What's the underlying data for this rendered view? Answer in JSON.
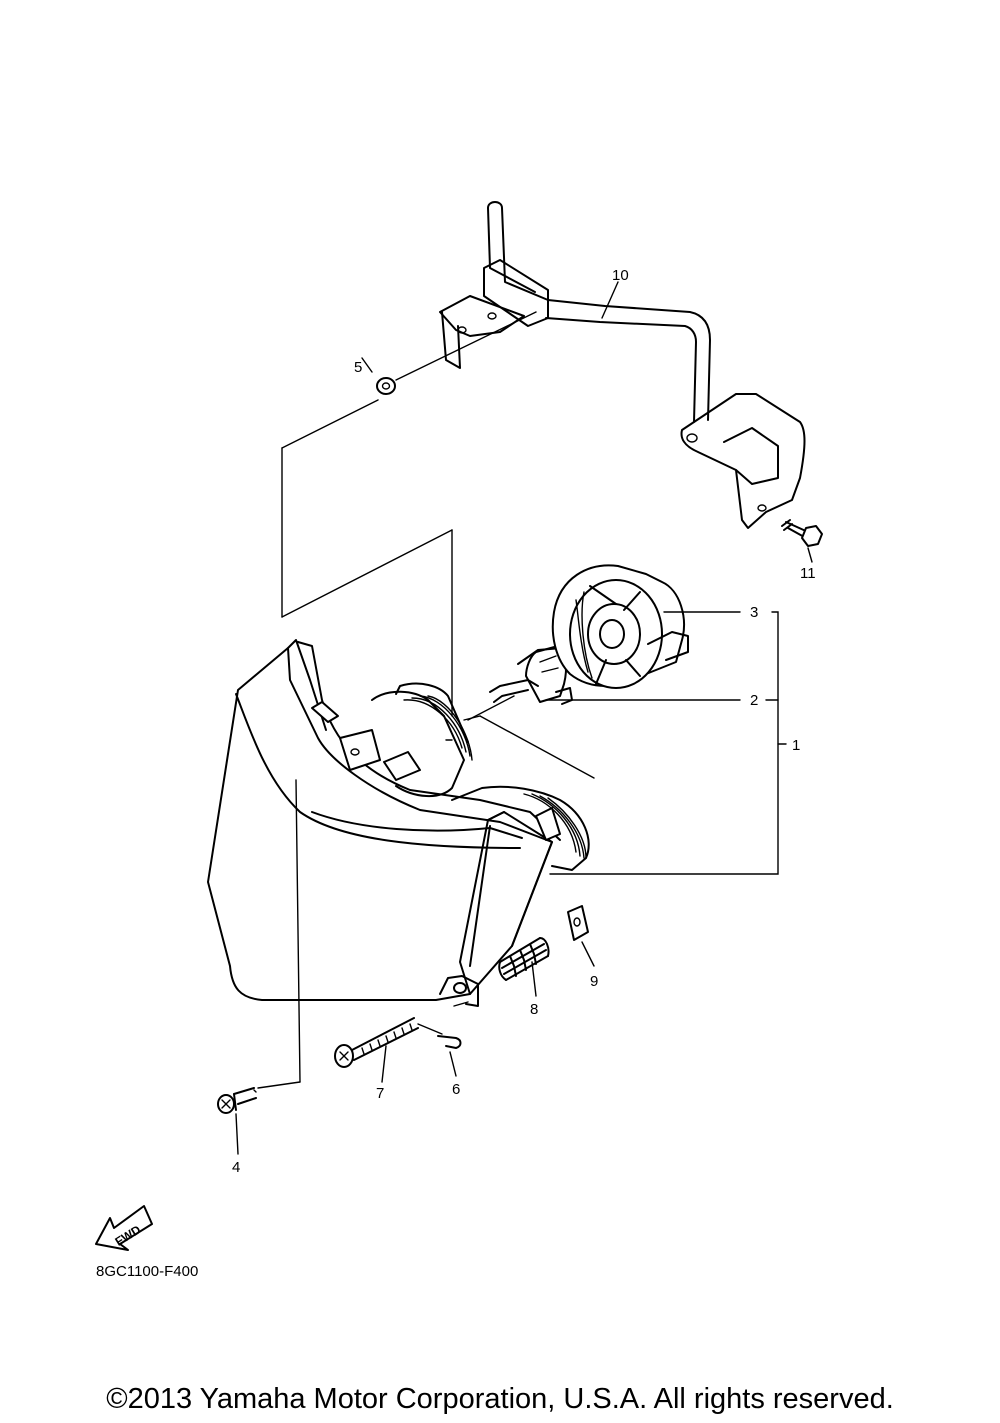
{
  "diagram": {
    "callouts": [
      {
        "id": "1",
        "text": "1"
      },
      {
        "id": "2",
        "text": "2"
      },
      {
        "id": "3",
        "text": "3"
      },
      {
        "id": "4",
        "text": "4"
      },
      {
        "id": "5",
        "text": "5"
      },
      {
        "id": "6",
        "text": "6"
      },
      {
        "id": "7",
        "text": "7"
      },
      {
        "id": "8",
        "text": "8"
      },
      {
        "id": "9",
        "text": "9"
      },
      {
        "id": "10",
        "text": "10"
      },
      {
        "id": "11",
        "text": "11"
      }
    ],
    "fwd_label": "FWD",
    "diagram_code": "8GC1100-F400"
  },
  "footer": {
    "copyright": "©2013 Yamaha Motor Corporation, U.S.A. All rights reserved."
  }
}
